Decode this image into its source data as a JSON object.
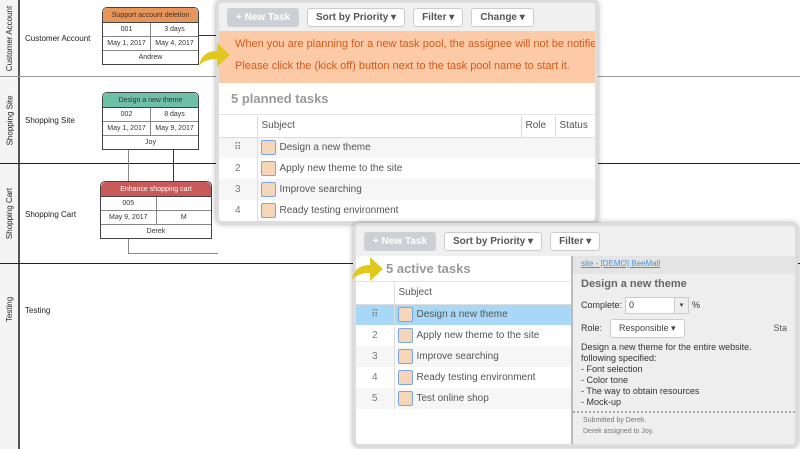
{
  "lanes": [
    {
      "label": "Customer Account",
      "name": "Customer Account"
    },
    {
      "label": "Shopping Site",
      "name": "Shopping Site"
    },
    {
      "label": "Shopping Cart",
      "name": "Shopping Cart"
    },
    {
      "label": "Testing",
      "name": "Testing"
    }
  ],
  "nodes": [
    {
      "title": "Support account deletion",
      "id": "001",
      "duration": "3 days",
      "start": "May 1, 2017",
      "end": "May 4, 2017",
      "assignee": "Andrew",
      "color": "#e8955a"
    },
    {
      "title": "Design a new theme",
      "id": "002",
      "duration": "8 days",
      "start": "May 1, 2017",
      "end": "May 9, 2017",
      "assignee": "Joy",
      "color": "#6dbfa5"
    },
    {
      "title": "Enhance shopping cart",
      "id": "005",
      "duration": "",
      "start": "May 9, 2017",
      "end": "M",
      "assignee": "Derek",
      "color": "#c85a5a"
    }
  ],
  "planned": {
    "toolbar": {
      "new_task": "+ New Task",
      "sort": "Sort by Priority ▾",
      "filter": "Filter ▾",
      "change": "Change ▾"
    },
    "notice": [
      "When you are planning for a new task pool, the assignee will not be notified",
      "Please click the (kick off) button next to the task pool name to start it."
    ],
    "count": "5 planned tasks",
    "columns": [
      "Subject",
      "Role",
      "Status"
    ],
    "rows": [
      {
        "n": "",
        "s": "Design a new theme"
      },
      {
        "n": "2",
        "s": "Apply new theme to the site"
      },
      {
        "n": "3",
        "s": "Improve searching"
      },
      {
        "n": "4",
        "s": "Ready testing environment"
      }
    ]
  },
  "active": {
    "toolbar": {
      "new_task": "+ New Task",
      "sort": "Sort by Priority ▾",
      "filter": "Filter ▾"
    },
    "count": "5 active tasks",
    "columns": [
      "Subject"
    ],
    "rows": [
      {
        "n": "",
        "s": "Design a new theme"
      },
      {
        "n": "2",
        "s": "Apply new theme to the site"
      },
      {
        "n": "3",
        "s": "Improve searching"
      },
      {
        "n": "4",
        "s": "Ready testing environment"
      },
      {
        "n": "5",
        "s": "Test online shop"
      }
    ]
  },
  "detail": {
    "breadcrumb": "site - [DEMO] BeeMall",
    "title": "Design a new theme",
    "complete_label": "Complete:",
    "complete_value": "0",
    "percent": "%",
    "role_label": "Role:",
    "role_value": "Responsible ▾",
    "status_label": "Sta",
    "description": [
      "Design a new theme for the entire website.",
      "following specified:",
      "- Font selection",
      "- Color tone",
      "- The way to obtain resources",
      "- Mock-up"
    ],
    "log": [
      "Submitted by Derek.",
      "Derek assigned to Joy."
    ]
  }
}
